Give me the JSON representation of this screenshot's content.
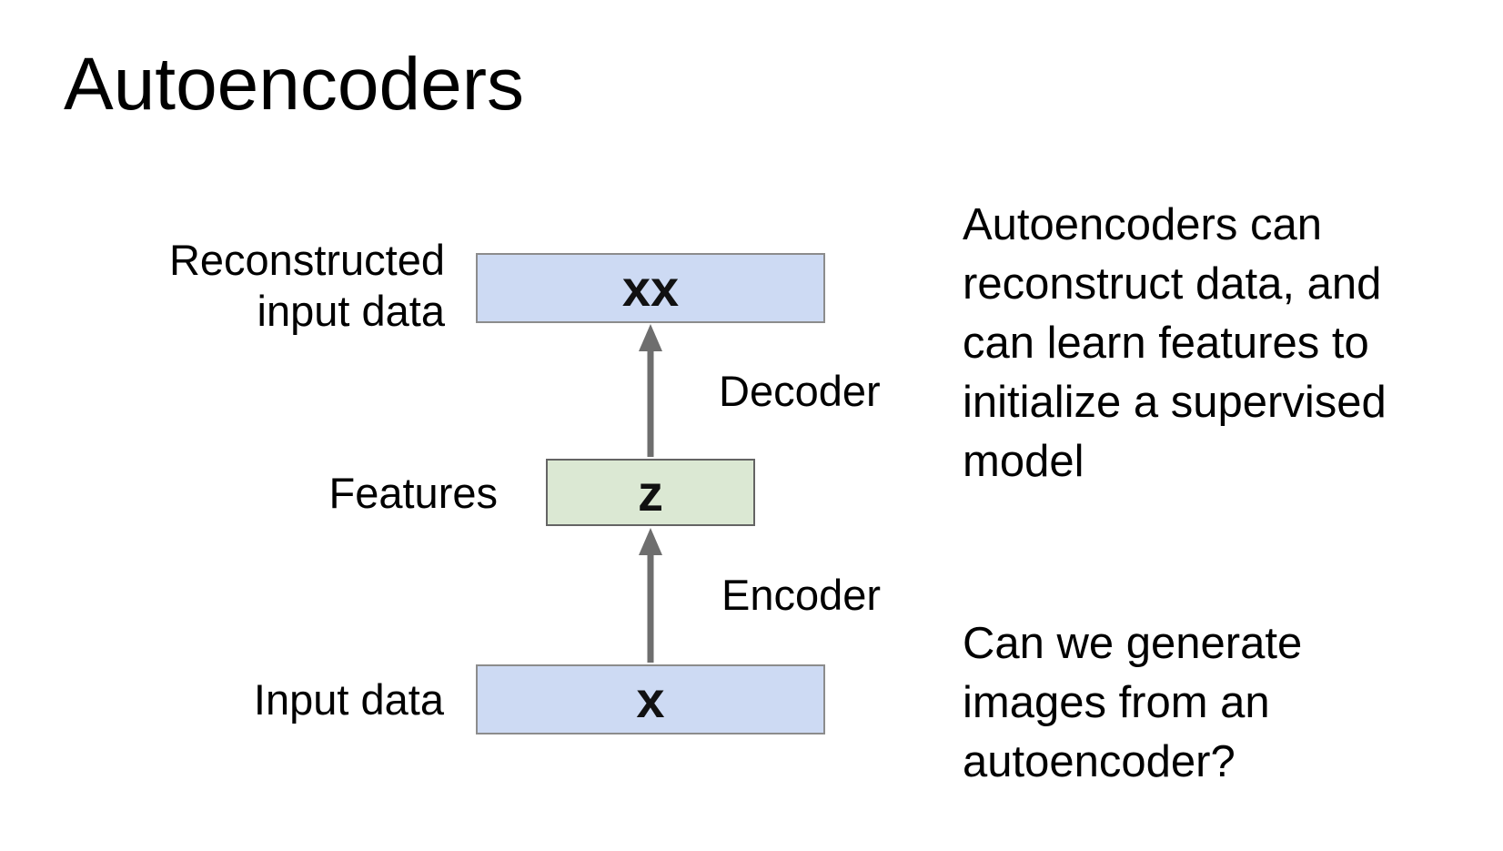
{
  "slide": {
    "title": "Autoencoders",
    "colors": {
      "box_blue_fill": "#cddaf3",
      "box_green_fill": "#dbe8d3",
      "box_blue_border": "#8c8c8c",
      "box_green_border": "#646464",
      "arrow_gray": "#6e6e6e",
      "text": "#000000",
      "background": "#ffffff"
    },
    "diagram": {
      "boxes": [
        {
          "id": "reconstructed-box",
          "symbol": "xx",
          "label": "Reconstructed\ninput data"
        },
        {
          "id": "features-box",
          "symbol": "z",
          "label": "Features"
        },
        {
          "id": "input-box",
          "symbol": "x",
          "label": "Input data"
        }
      ],
      "arrows": [
        {
          "id": "decoder-arrow",
          "label": "Decoder",
          "direction": "up"
        },
        {
          "id": "encoder-arrow",
          "label": "Encoder",
          "direction": "up"
        }
      ]
    },
    "body": {
      "paragraph1": "Autoencoders can\nreconstruct data, and\ncan learn features to\ninitialize a supervised\nmodel",
      "paragraph2": "Can we generate\nimages from an\nautoencoder?"
    }
  }
}
